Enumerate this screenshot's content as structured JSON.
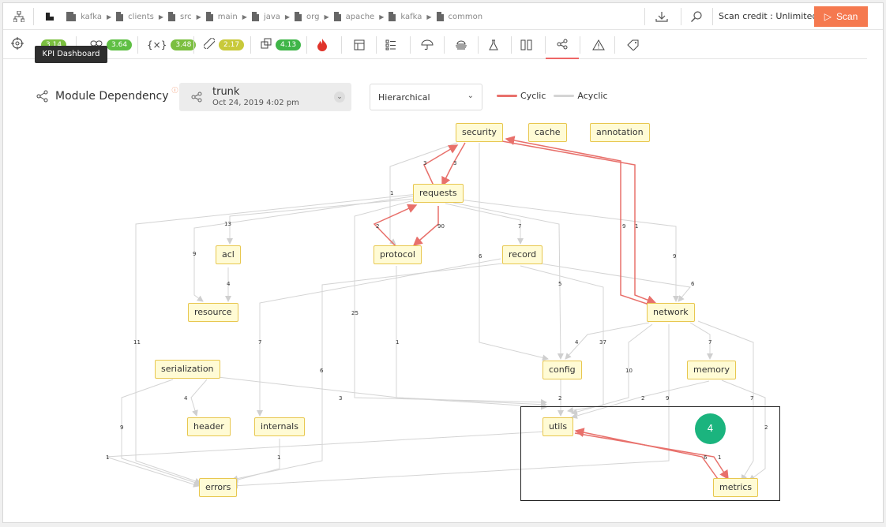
{
  "breadcrumb": [
    "kafka",
    "clients",
    "src",
    "main",
    "java",
    "org",
    "apache",
    "kafka",
    "common"
  ],
  "topbar": {
    "scan_credit": "Scan credit : Unlimited",
    "scan_label": "Scan"
  },
  "metrics_toolbar": {
    "items": [
      {
        "icon": "crosshair-icon",
        "value": "3.14",
        "color": "#7bbf3f"
      },
      {
        "icon": "link-icon",
        "value": "3.64",
        "color": "#5fbf44"
      },
      {
        "icon": "braces-icon",
        "value": "3.48",
        "color": "#7bbf3f"
      },
      {
        "icon": "ruler-icon",
        "value": "2.17",
        "color": "#c8c93a"
      },
      {
        "icon": "copy-icon",
        "value": "4.13",
        "color": "#3fb548"
      }
    ]
  },
  "tooltip": "KPI Dashboard",
  "header": {
    "title": "Module Dependency",
    "branch": "trunk",
    "branch_date": "Oct 24, 2019   4:02 pm",
    "layout": "Hierarchical"
  },
  "legend": {
    "cyclic": "Cyclic",
    "acyclic": "Acyclic",
    "cyclic_color": "#e8706b",
    "acyclic_color": "#d4d4d4"
  },
  "nodes": {
    "security": "security",
    "cache": "cache",
    "annotation": "annotation",
    "requests": "requests",
    "acl": "acl",
    "protocol": "protocol",
    "record": "record",
    "resource": "resource",
    "network": "network",
    "serialization": "serialization",
    "config": "config",
    "memory": "memory",
    "header": "header",
    "internals": "internals",
    "utils": "utils",
    "errors": "errors",
    "metrics": "metrics"
  },
  "badge": "4"
}
